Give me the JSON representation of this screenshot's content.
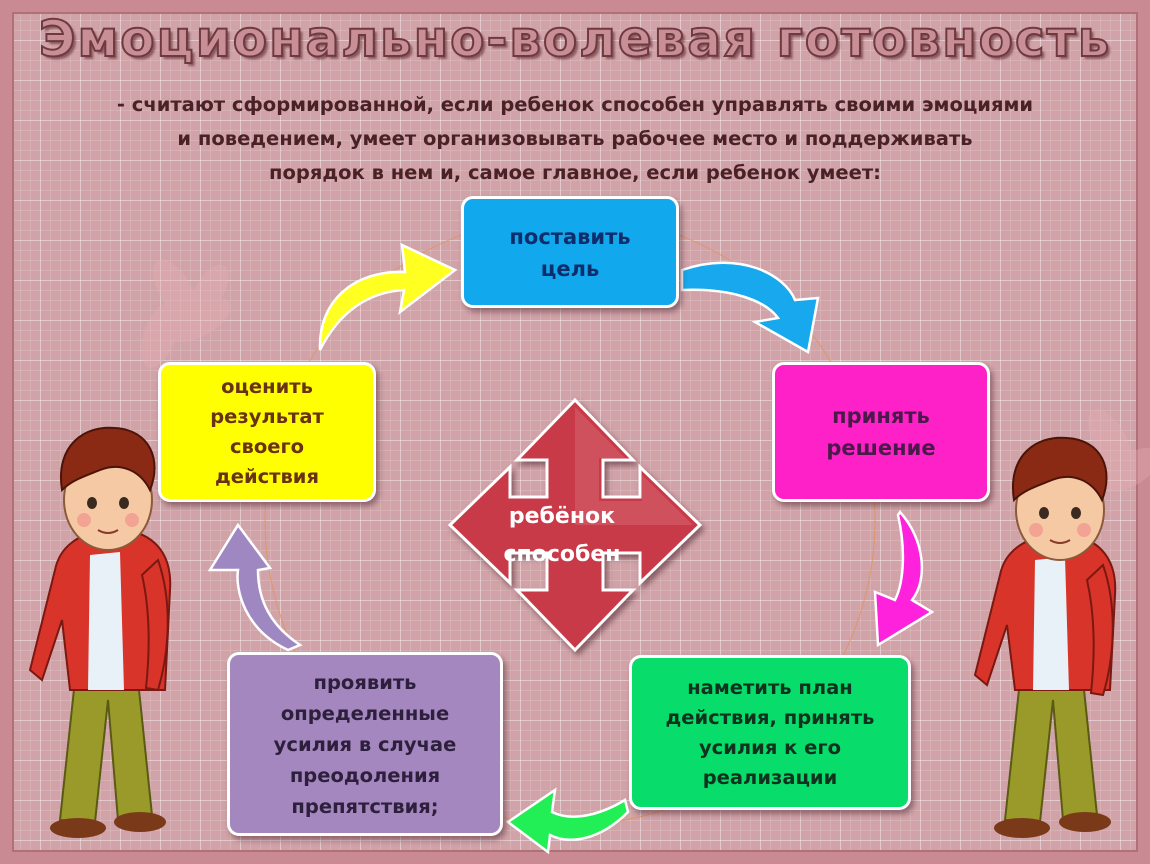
{
  "title": "Эмоционально-волевая готовность",
  "subtitle": "- считают сформированной, если ребенок способен управлять своими эмоциями\nи поведением, умеет организовывать рабочее место и поддерживать\nпорядок в нем и, самое главное, если ребенок умеет:",
  "center": {
    "label": "ребёнок\nспособен",
    "color": "#c93a48"
  },
  "cycle": [
    {
      "id": "goal",
      "text": "поставить\nцель",
      "color": "#12a8ee"
    },
    {
      "id": "decision",
      "text": "принять\nрешение",
      "color": "#ff21c8"
    },
    {
      "id": "plan",
      "text": "наметить план\nдействия, принять\nусилия к его\nреализации",
      "color": "#08dc6a"
    },
    {
      "id": "effort",
      "text": "проявить\nопределенные\nусилия в случае\nпреодоления\nпрепятствия;",
      "color": "#a387be"
    },
    {
      "id": "evaluate",
      "text": "оценить\nрезультат\nсвоего\nдействия",
      "color": "#ffff00"
    }
  ],
  "arrows": [
    {
      "from": "evaluate",
      "to": "goal",
      "color": "#ffff22"
    },
    {
      "from": "goal",
      "to": "decision",
      "color": "#18a8ee"
    },
    {
      "from": "decision",
      "to": "plan",
      "color": "#ff22dd"
    },
    {
      "from": "plan",
      "to": "effort",
      "color": "#22ee55"
    },
    {
      "from": "effort",
      "to": "evaluate",
      "color": "#9f88c2"
    }
  ],
  "illustrations": [
    "boy-left",
    "boy-right"
  ]
}
